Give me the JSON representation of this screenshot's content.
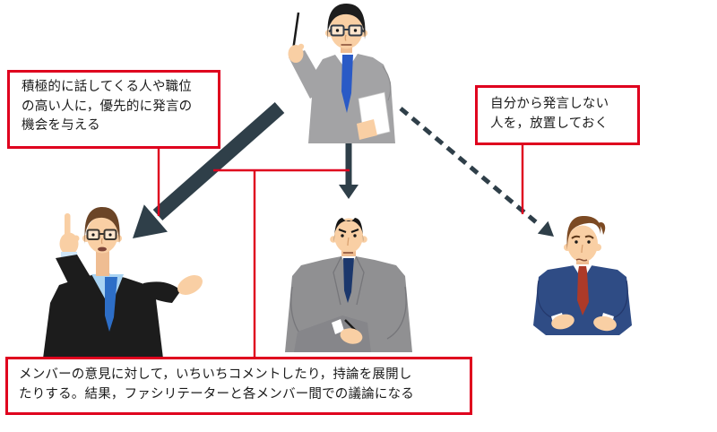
{
  "diagram": {
    "title_implied": "",
    "background": "#ffffff",
    "annotation_boxes": {
      "favor_active": {
        "text": "積極的に話してくる人や職位\nの高い人に，優先的に発言の\n機会を与える"
      },
      "neglect_passive": {
        "text": "自分から発言しない\n人を，放置しておく"
      },
      "over_commenting": {
        "text": "メンバーの意見に対して，いちいちコメントしたり，持論を展開し\nたりする。結果，ファシリテーターと各メンバー間での議論になる"
      }
    },
    "colors": {
      "annotation_red": "#df001e",
      "arrow_dark": "#2f3f49",
      "text": "#1a1a1a",
      "facilitator_suit_gray": "#a3a3a5",
      "member_suit_black": "#1c1c1c",
      "member_suit_gray": "#909092",
      "member_suit_navy": "#2f4c85",
      "tie_blue": "#2a5ac6",
      "tie_navy": "#1b376c",
      "tie_red": "#ad3a28",
      "shirt_lightblue": "#a9d3f2",
      "skin": "#f9cfa4"
    },
    "figures": {
      "facilitator": "facilitator-with-pen-and-paper",
      "active_member": "member-pointing-finger-talking",
      "note_taking_member": "member-writing-notes",
      "passive_member": "member-shrugging-silent"
    },
    "arrows": {
      "to_active_member": "thick-solid",
      "to_note_taking_member": "solid",
      "to_passive_member": "dashed"
    }
  }
}
